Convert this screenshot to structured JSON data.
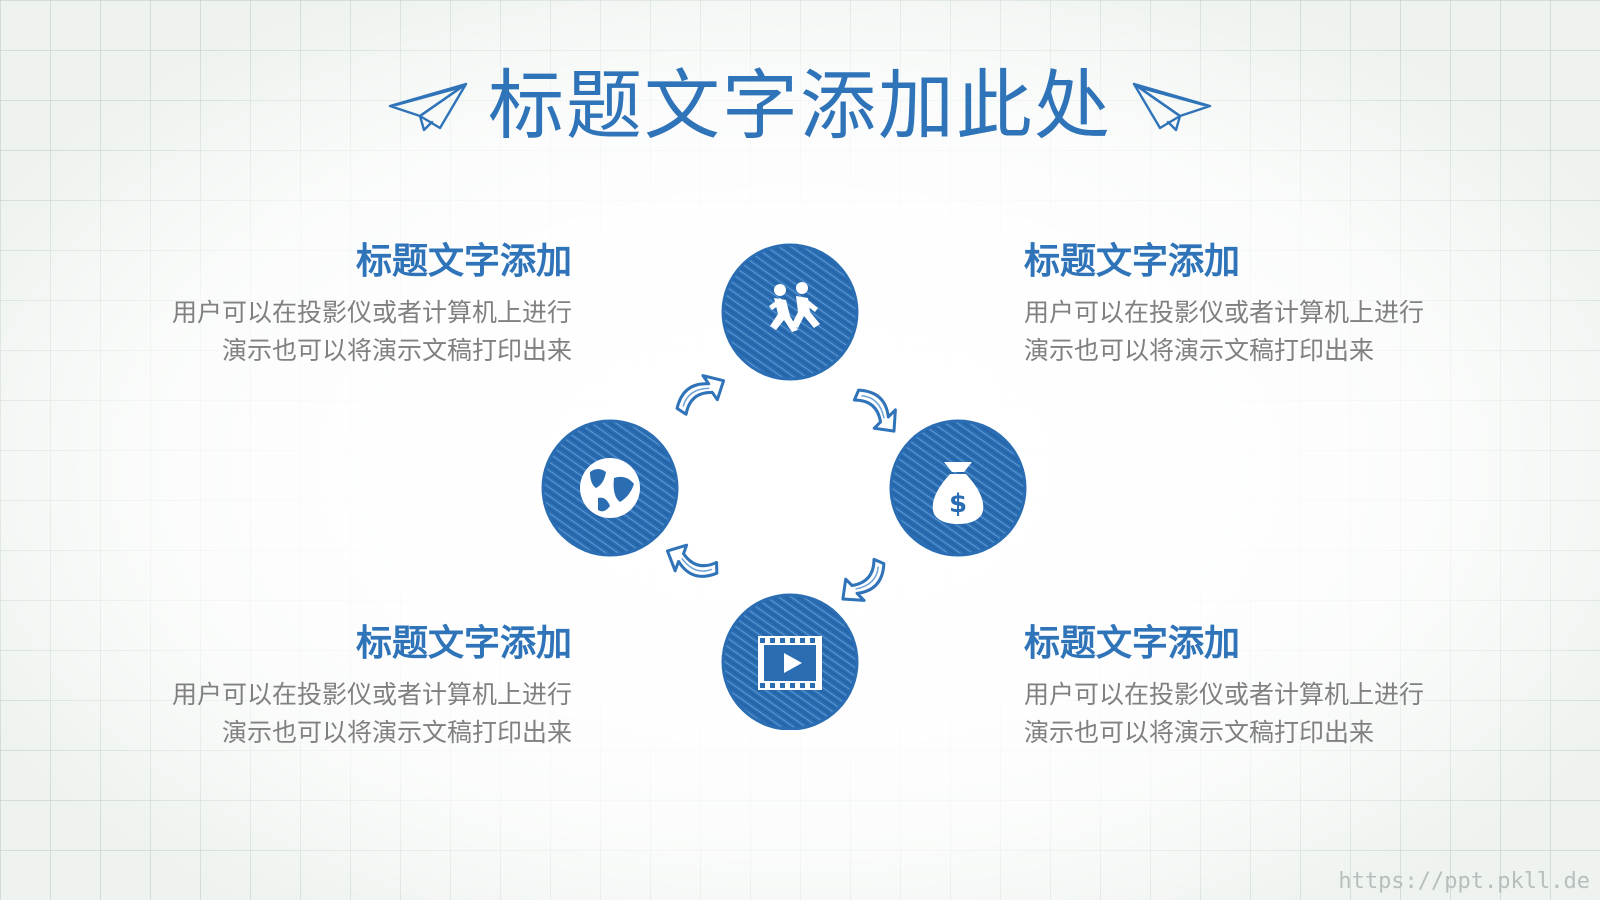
{
  "slide": {
    "title": "标题文字添加此处",
    "blocks": [
      {
        "title": "标题文字添加",
        "line1": "用户可以在投影仪或者计算机上进行",
        "line2": "演示也可以将演示文稿打印出来"
      },
      {
        "title": "标题文字添加",
        "line1": "用户可以在投影仪或者计算机上进行",
        "line2": "演示也可以将演示文稿打印出来"
      },
      {
        "title": "标题文字添加",
        "line1": "用户可以在投影仪或者计算机上进行",
        "line2": "演示也可以将演示文稿打印出来"
      },
      {
        "title": "标题文字添加",
        "line1": "用户可以在投影仪或者计算机上进行",
        "line2": "演示也可以将演示文稿打印出来"
      }
    ],
    "cycle_icons": [
      "runners-icon",
      "money-bag-icon",
      "video-play-icon",
      "globe-icon"
    ],
    "watermark": "https://ppt.pkll.de"
  },
  "colors": {
    "accent": "#2f73b8",
    "body_text": "#808080",
    "grid_line": "#bec dc6"
  }
}
